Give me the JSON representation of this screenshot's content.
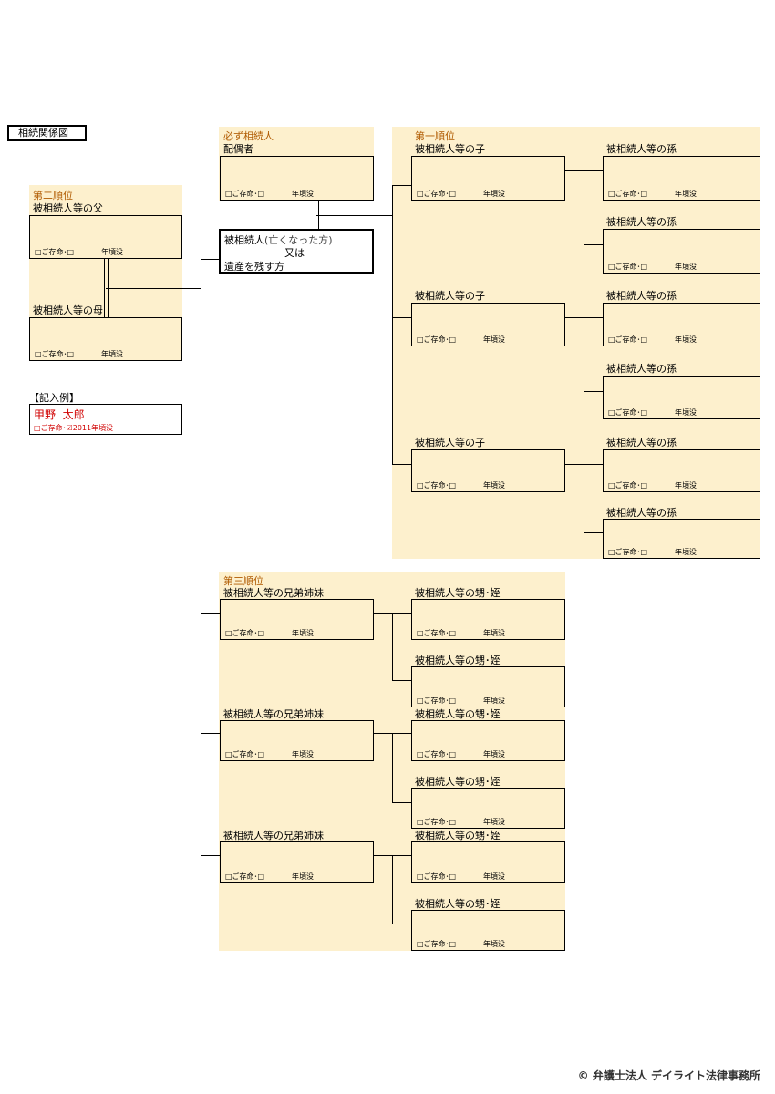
{
  "title": "相続関係図",
  "regions": {
    "spouse": "必ず相続人",
    "first": "第一順位",
    "second": "第二順位",
    "third": "第三順位"
  },
  "labels": {
    "spouse": "配偶者",
    "child": "被相続人等の子",
    "grandchild": "被相続人等の孫",
    "father": "被相続人等の父",
    "mother": "被相続人等の母",
    "sibling": "被相続人等の兄弟姉妹",
    "nephew": "被相続人等の甥･姪"
  },
  "status": {
    "alive": "□ご存命･□",
    "year": "年頃没"
  },
  "deceased": {
    "line1_a": "被相続人",
    "line1_b": "(亡くなった方)",
    "line2": "又は",
    "line3": "遺産を残す方"
  },
  "example": {
    "header": "【記入例】",
    "name": "甲野  太郎",
    "status": "□ご存命･☑2011年頃没"
  },
  "footer": "© 弁護士法人 デイライト法律事務所"
}
